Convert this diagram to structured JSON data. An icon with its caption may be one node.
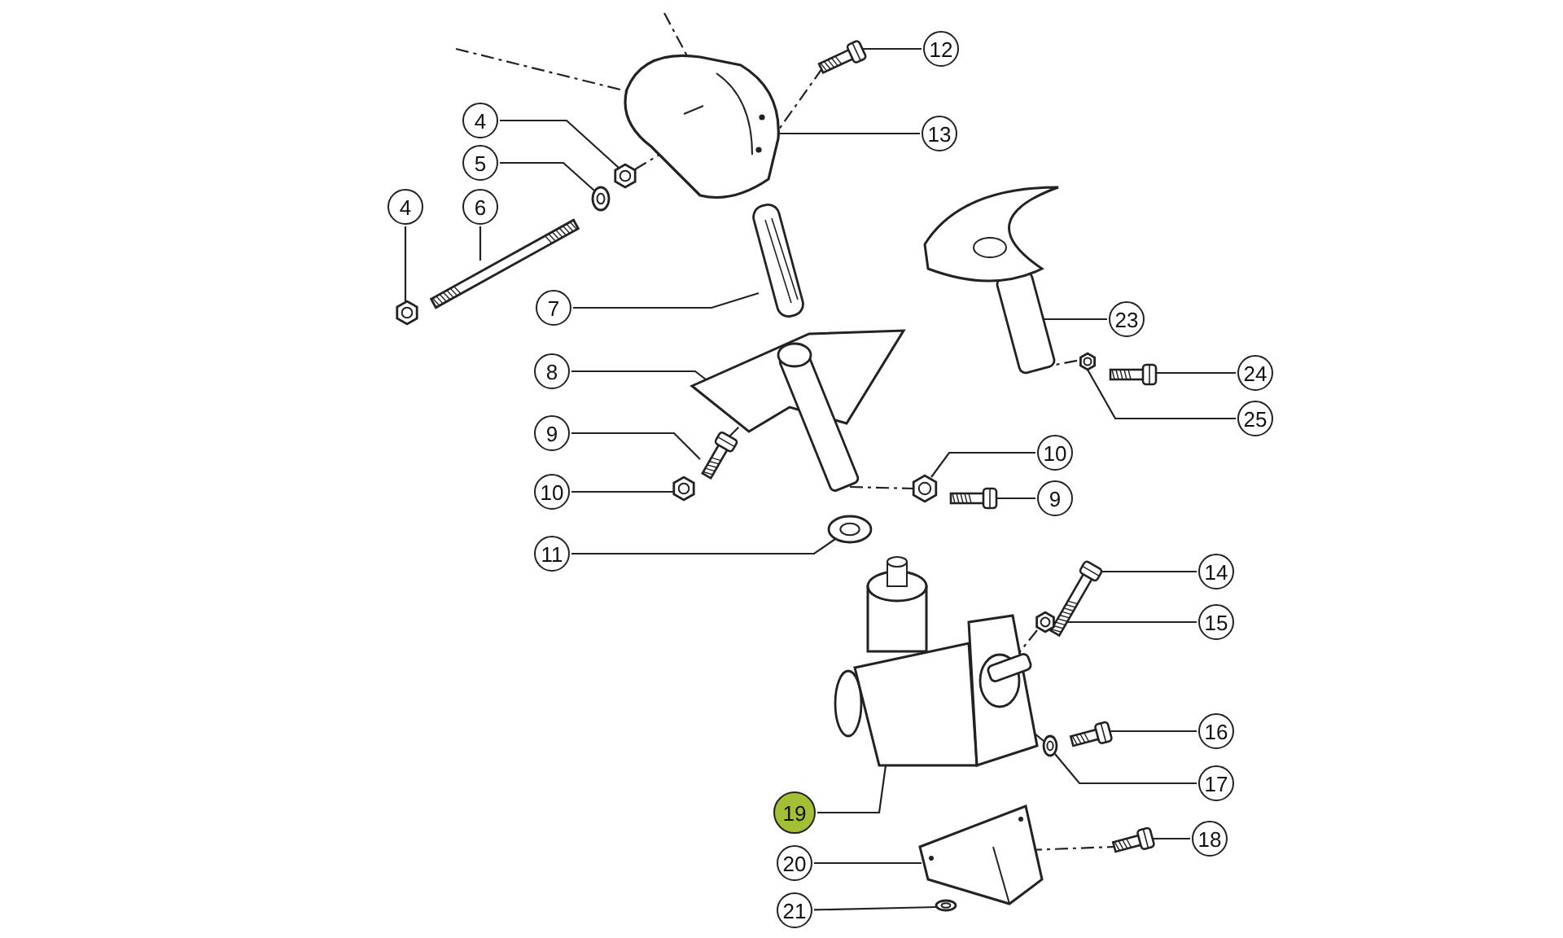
{
  "diagram": {
    "nodes": [
      {
        "text": [
          "12"
        ]
      },
      {
        "text": [
          "13"
        ]
      },
      {
        "text": [
          "4"
        ]
      },
      {
        "text": [
          "5"
        ]
      },
      {
        "text": [
          "4"
        ]
      },
      {
        "text": [
          "6"
        ]
      },
      {
        "text": [
          "7"
        ]
      },
      {
        "text": [
          "23"
        ]
      },
      {
        "text": [
          "8"
        ]
      },
      {
        "text": [
          "24"
        ]
      },
      {
        "text": [
          "25"
        ]
      },
      {
        "text": [
          "9"
        ]
      },
      {
        "text": [
          "10"
        ]
      },
      {
        "text": [
          "10"
        ]
      },
      {
        "text": [
          "9"
        ]
      },
      {
        "text": [
          "11"
        ]
      },
      {
        "text": [
          "14"
        ]
      },
      {
        "text": [
          "15"
        ]
      },
      {
        "text": [
          "16"
        ]
      },
      {
        "text": [
          "17"
        ]
      },
      {
        "text": [
          "19"
        ]
      },
      {
        "text": [
          "18"
        ]
      },
      {
        "text": [
          "20"
        ]
      },
      {
        "text": [
          "21"
        ]
      },
      {
        "text": [],
        "shape": "bolt"
      },
      {
        "text": [],
        "shape": "housing"
      },
      {
        "text": [],
        "shape": "nut"
      },
      {
        "text": [],
        "shape": "washer"
      },
      {
        "text": [],
        "shape": "rod"
      },
      {
        "text": [],
        "shape": "nut"
      },
      {
        "text": [],
        "shape": "shaft"
      },
      {
        "text": [],
        "shape": "blade"
      },
      {
        "text": [],
        "shape": "disc"
      },
      {
        "text": [],
        "shape": "bolt"
      },
      {
        "text": [],
        "shape": "nut"
      },
      {
        "text": [],
        "shape": "bolt"
      },
      {
        "text": [],
        "shape": "nut"
      },
      {
        "text": [],
        "shape": "nut"
      },
      {
        "text": [],
        "shape": "bolt"
      },
      {
        "text": [],
        "shape": "washer"
      },
      {
        "text": [],
        "shape": "bolt"
      },
      {
        "text": [],
        "shape": "nut"
      },
      {
        "text": [],
        "shape": "gearbox"
      },
      {
        "text": [],
        "shape": "bolt"
      },
      {
        "text": [],
        "shape": "washer"
      },
      {
        "text": [],
        "shape": "bracket"
      },
      {
        "text": [],
        "shape": "bolt"
      },
      {
        "text": [],
        "shape": "washer"
      }
    ],
    "edges": [
      {
        "from": 0,
        "to": 24,
        "arrow": "none"
      },
      {
        "from": 1,
        "to": 25,
        "arrow": "none"
      },
      {
        "from": 2,
        "to": 26,
        "arrow": "none"
      },
      {
        "from": 3,
        "to": 27,
        "arrow": "none"
      },
      {
        "from": 4,
        "to": 29,
        "arrow": "none"
      },
      {
        "from": 5,
        "to": 28,
        "arrow": "none"
      },
      {
        "from": 6,
        "to": 30,
        "arrow": "none"
      },
      {
        "from": 7,
        "to": 32,
        "arrow": "none"
      },
      {
        "from": 8,
        "to": 31,
        "arrow": "none"
      },
      {
        "from": 9,
        "to": 33,
        "arrow": "none"
      },
      {
        "from": 10,
        "to": 34,
        "arrow": "none"
      },
      {
        "from": 11,
        "to": 35,
        "arrow": "none"
      },
      {
        "from": 12,
        "to": 37,
        "arrow": "none"
      },
      {
        "from": 13,
        "to": 36,
        "arrow": "none"
      },
      {
        "from": 14,
        "to": 38,
        "arrow": "none"
      },
      {
        "from": 15,
        "to": 39,
        "arrow": "none"
      },
      {
        "from": 16,
        "to": 40,
        "arrow": "none"
      },
      {
        "from": 17,
        "to": 41,
        "arrow": "none"
      },
      {
        "from": 18,
        "to": 43,
        "arrow": "none"
      },
      {
        "from": 19,
        "to": 44,
        "arrow": "none"
      },
      {
        "from": 20,
        "to": 42,
        "arrow": "none"
      },
      {
        "from": 21,
        "to": 46,
        "arrow": "none"
      },
      {
        "from": 22,
        "to": 45,
        "arrow": "none"
      },
      {
        "from": 23,
        "to": 47,
        "arrow": "none"
      },
      {
        "from": null,
        "to": 25,
        "arrow": "none",
        "style": "dashed"
      },
      {
        "from": null,
        "to": 25,
        "arrow": "none",
        "style": "dashed"
      },
      {
        "from": 24,
        "to": 25,
        "arrow": "none",
        "style": "dashed"
      },
      {
        "from": 26,
        "to": 25,
        "arrow": "none",
        "style": "dashed"
      },
      {
        "from": 35,
        "to": 31,
        "arrow": "none",
        "style": "dashed"
      },
      {
        "from": 31,
        "to": 37,
        "arrow": "none",
        "style": "dashed"
      },
      {
        "from": 32,
        "to": 34,
        "arrow": "none",
        "style": "dashed"
      },
      {
        "from": 41,
        "to": 42,
        "arrow": "none",
        "style": "dashed"
      },
      {
        "from": 44,
        "to": 42,
        "arrow": "none",
        "style": "dashed"
      },
      {
        "from": 45,
        "to": 46,
        "arrow": "none",
        "style": "dashed"
      }
    ]
  }
}
